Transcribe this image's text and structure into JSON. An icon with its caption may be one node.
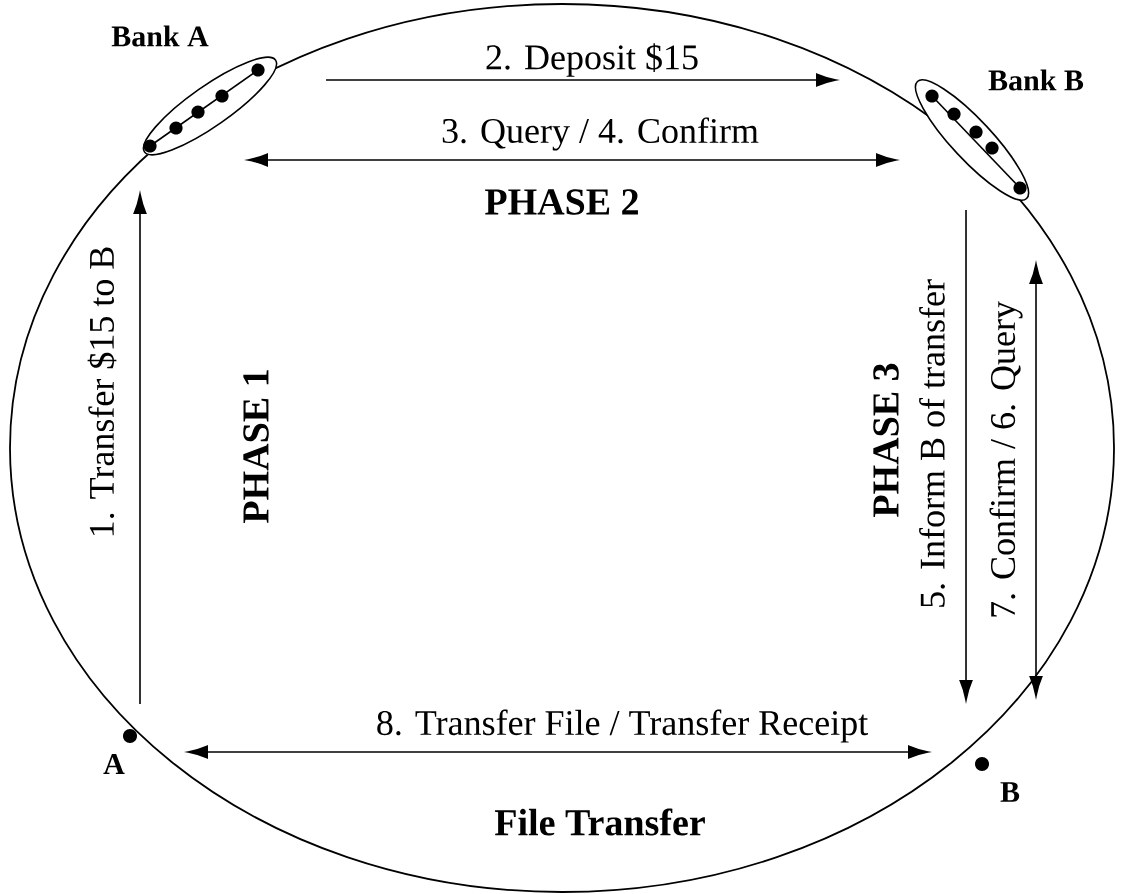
{
  "diagram": {
    "nodes": [
      {
        "text": [
          "Bank A"
        ]
      },
      {
        "text": [
          "Bank B"
        ]
      },
      {
        "text": [
          "A"
        ]
      },
      {
        "text": [
          "B"
        ]
      }
    ],
    "edges": [
      {
        "from": 2,
        "to": 0,
        "arrow": "to",
        "label": "1. Transfer $15 to B"
      },
      {
        "from": 0,
        "to": 1,
        "arrow": "to",
        "label": "2. Deposit $15"
      },
      {
        "from": 0,
        "to": 1,
        "arrow": "both",
        "label": "3. Query / 4. Confirm"
      },
      {
        "from": 1,
        "to": 3,
        "arrow": "to",
        "label": "5. Inform B of transfer"
      },
      {
        "from": 1,
        "to": 3,
        "arrow": "both",
        "label": "7. Confirm / 6. Query"
      },
      {
        "from": 2,
        "to": 3,
        "arrow": "both",
        "label": "8. Transfer File / Transfer Receipt"
      }
    ],
    "labels": [
      "PHASE 2",
      "PHASE 1",
      "PHASE 3",
      "File Transfer"
    ]
  }
}
